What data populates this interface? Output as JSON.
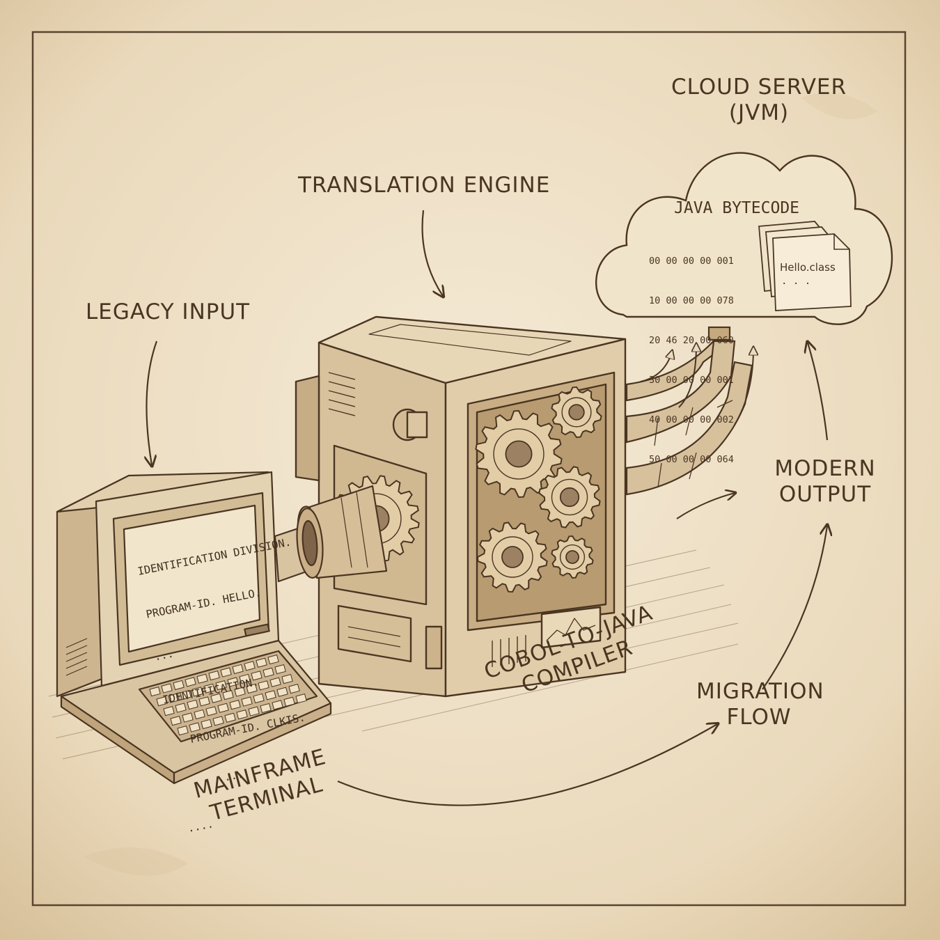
{
  "labels": {
    "cloud_server": [
      "CLOUD SERVER",
      "(JVM)"
    ],
    "translation_engine": "TRANSLATION ENGINE",
    "legacy_input": "LEGACY INPUT",
    "modern_output": [
      "MODERN",
      "OUTPUT"
    ],
    "compiler": [
      "COBOL-TO-JAVA",
      "COMPILER"
    ],
    "migration_flow": [
      "MIGRATION",
      "FLOW"
    ],
    "mainframe_terminal": [
      "MAINFRAME",
      "TERMINAL"
    ]
  },
  "terminal_screen": {
    "lines": [
      "IDENTIFICATION DIVISION.",
      "PROGRAM-ID. HELLO.",
      "...",
      "IDENTIFICATION.",
      "   PROGRAM-ID. CLKIS.",
      "      ....",
      "...."
    ]
  },
  "cloud": {
    "title": "JAVA BYTECODE",
    "hex_rows": [
      "00 00 00 00 001",
      "10 00 00 00 078",
      "20 46 20 00 060",
      "30 00 00 00 001",
      "40 00 00 00 002",
      "50 00 00 00 064"
    ],
    "file_name": "Hello.class",
    "file_ellipsis": "· · ·"
  },
  "colors": {
    "paper": "#efe3c9",
    "ink": "#4a3522",
    "machine": "#dcc7a4",
    "machine_shade": "#c9b08a"
  }
}
